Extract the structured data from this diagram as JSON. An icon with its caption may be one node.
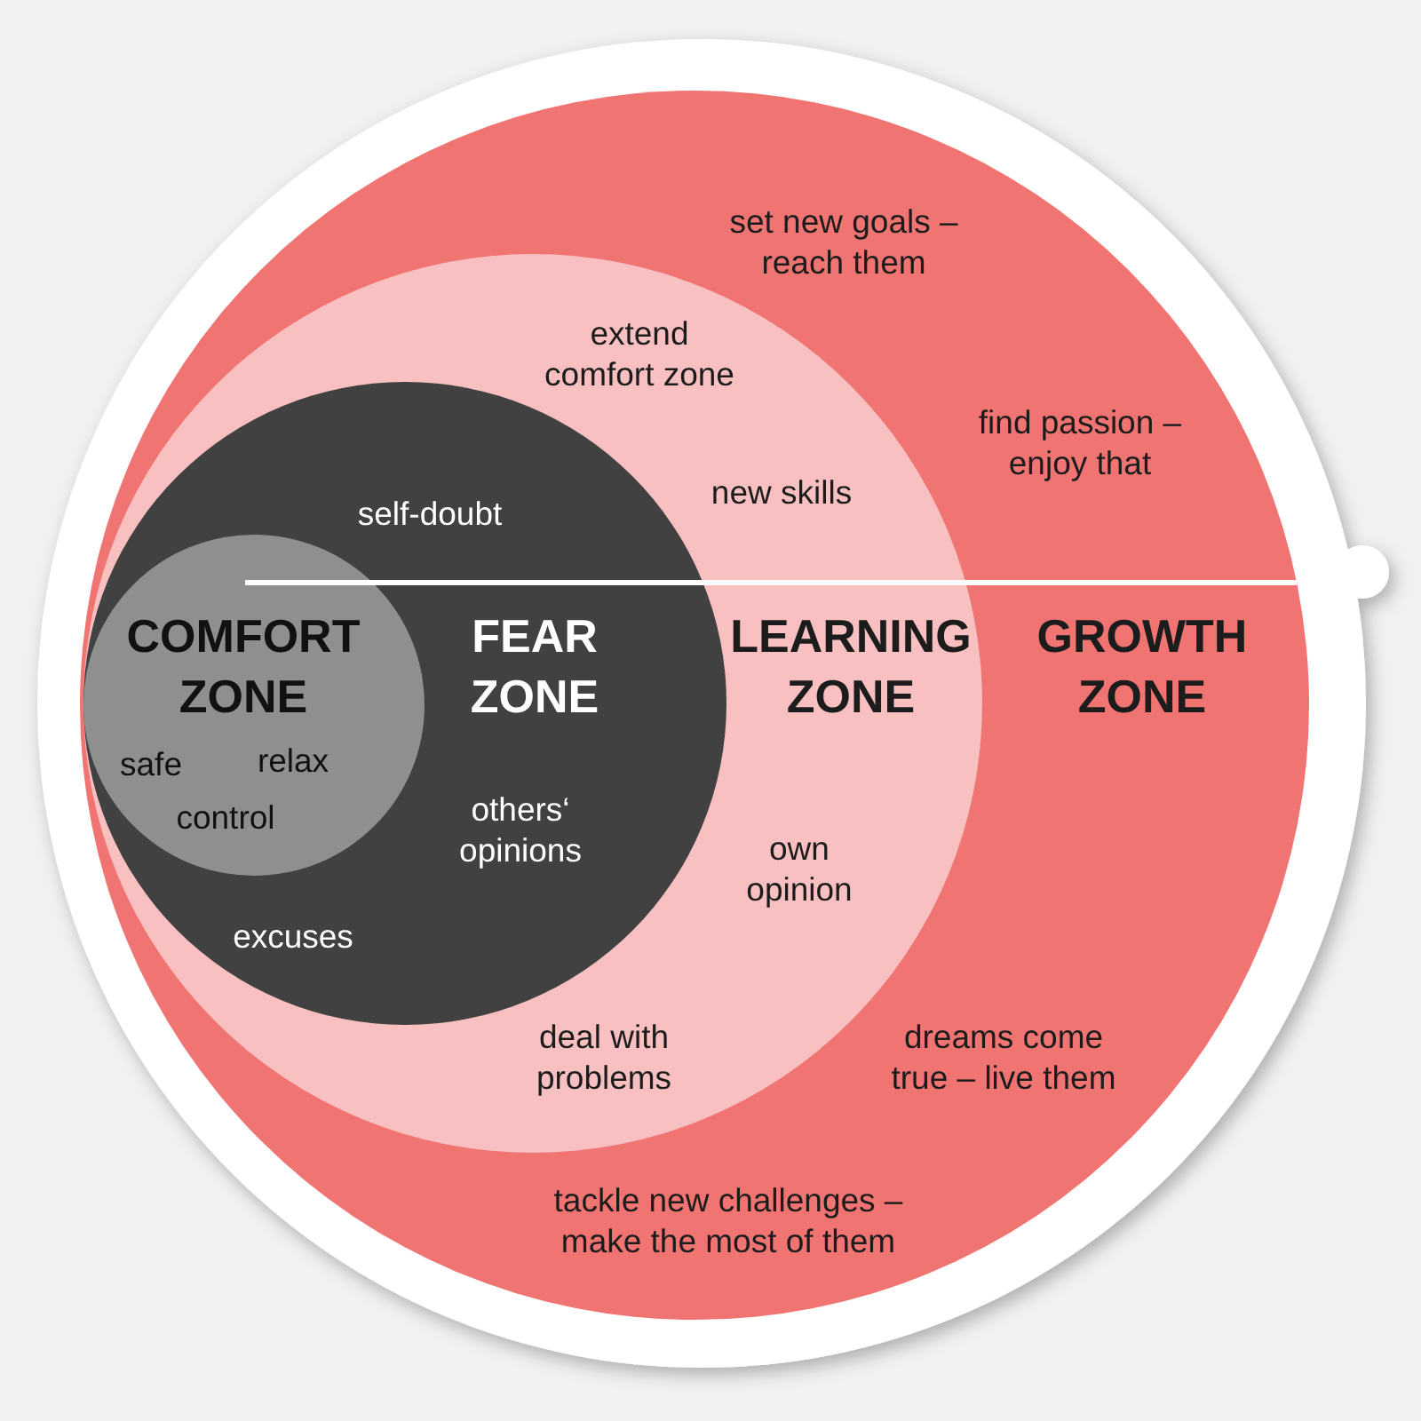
{
  "diagram": {
    "nodes": [
      {
        "text": [
          "GROWTH ZONE",
          "set new goals – reach them",
          "find passion – enjoy that",
          "dreams come true – live them",
          "tackle new challenges – make the most of them"
        ]
      },
      {
        "text": [
          "LEARNING ZONE",
          "extend comfort zone",
          "new skills",
          "own opinion",
          "deal with problems"
        ],
        "in": 0
      },
      {
        "text": [
          "FEAR ZONE",
          "self-doubt",
          "others‘ opinions",
          "excuses"
        ],
        "in": 1
      },
      {
        "text": [
          "COMFORT ZONE",
          "safe",
          "relax",
          "control"
        ],
        "in": 2
      }
    ]
  }
}
